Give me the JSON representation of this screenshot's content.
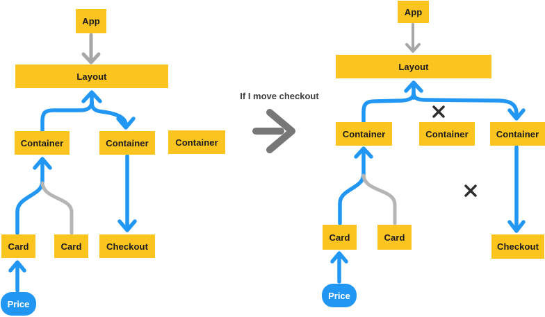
{
  "colors": {
    "page-bg": "#ffffff",
    "node-fill": "#FCC41F",
    "node-text": "#1B1B1F",
    "arrow-blue": "#2196F3",
    "pill-fill": "#2196F3",
    "pill-text": "#ffffff",
    "arrow-gray": "#A6A6A6",
    "line-gray": "#B5B5B5",
    "big-arrow-gray": "#777777",
    "caption-color": "#3E3E3E",
    "x-color": "#2D2D2D"
  },
  "transition": {
    "caption": "If I move checkout"
  },
  "left": {
    "app": "App",
    "layout": "Layout",
    "containers": [
      "Container",
      "Container",
      "Container"
    ],
    "cards": [
      "Card",
      "Card"
    ],
    "checkout": "Checkout",
    "price": "Price"
  },
  "right": {
    "app": "App",
    "layout": "Layout",
    "containers": [
      "Container",
      "Container",
      "Container"
    ],
    "cards": [
      "Card",
      "Card"
    ],
    "checkout": "Checkout",
    "price": "Price"
  }
}
